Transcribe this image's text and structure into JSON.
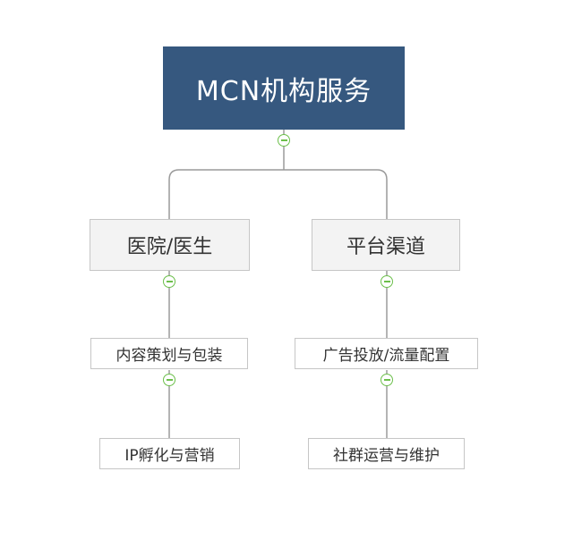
{
  "diagram": {
    "root": {
      "label": "MCN机构服务"
    },
    "branches": [
      {
        "label": "医院/医生",
        "children": [
          {
            "label": "内容策划与包装"
          },
          {
            "label": "IP孵化与营销"
          }
        ]
      },
      {
        "label": "平台渠道",
        "children": [
          {
            "label": "广告投放/流量配置"
          },
          {
            "label": "社群运营与维护"
          }
        ]
      }
    ]
  },
  "colors": {
    "root_fill": "#36587f",
    "node_fill": "#f3f3f3",
    "node_border": "#c6c6c6",
    "connector": "#9a9a9a",
    "collapse_accent": "#6cbf4b"
  },
  "icons": {
    "collapse": "minus-circle-icon"
  }
}
